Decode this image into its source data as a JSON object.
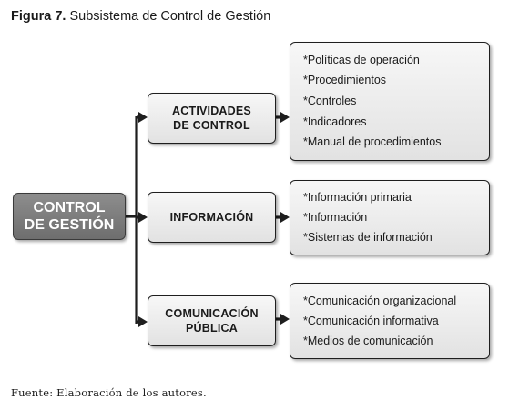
{
  "figure": {
    "label": "Figura 7.",
    "caption": "Subsistema de Control de Gestión"
  },
  "root": {
    "line1": "CONTROL",
    "line2": "DE GESTIÓN"
  },
  "branches": [
    {
      "line1": "ACTIVIDADES",
      "line2": "DE CONTROL",
      "items": [
        "*Políticas de operación",
        "*Procedimientos",
        "*Controles",
        "*Indicadores",
        "*Manual de procedimientos"
      ]
    },
    {
      "line1": "INFORMACIÓN",
      "line2": "",
      "items": [
        "*Información primaria",
        "*Información",
        "*Sistemas de información"
      ]
    },
    {
      "line1": "COMUNICACIÓN",
      "line2": "PÚBLICA",
      "items": [
        "*Comunicación organizacional",
        "*Comunicación informativa",
        "*Medios de comunicación"
      ]
    }
  ],
  "source": "Fuente: Elaboración de los autores.",
  "colors": {
    "root_fill": "#7d7d7d",
    "box_fill": "#ececec",
    "line": "#1e1e1e"
  }
}
